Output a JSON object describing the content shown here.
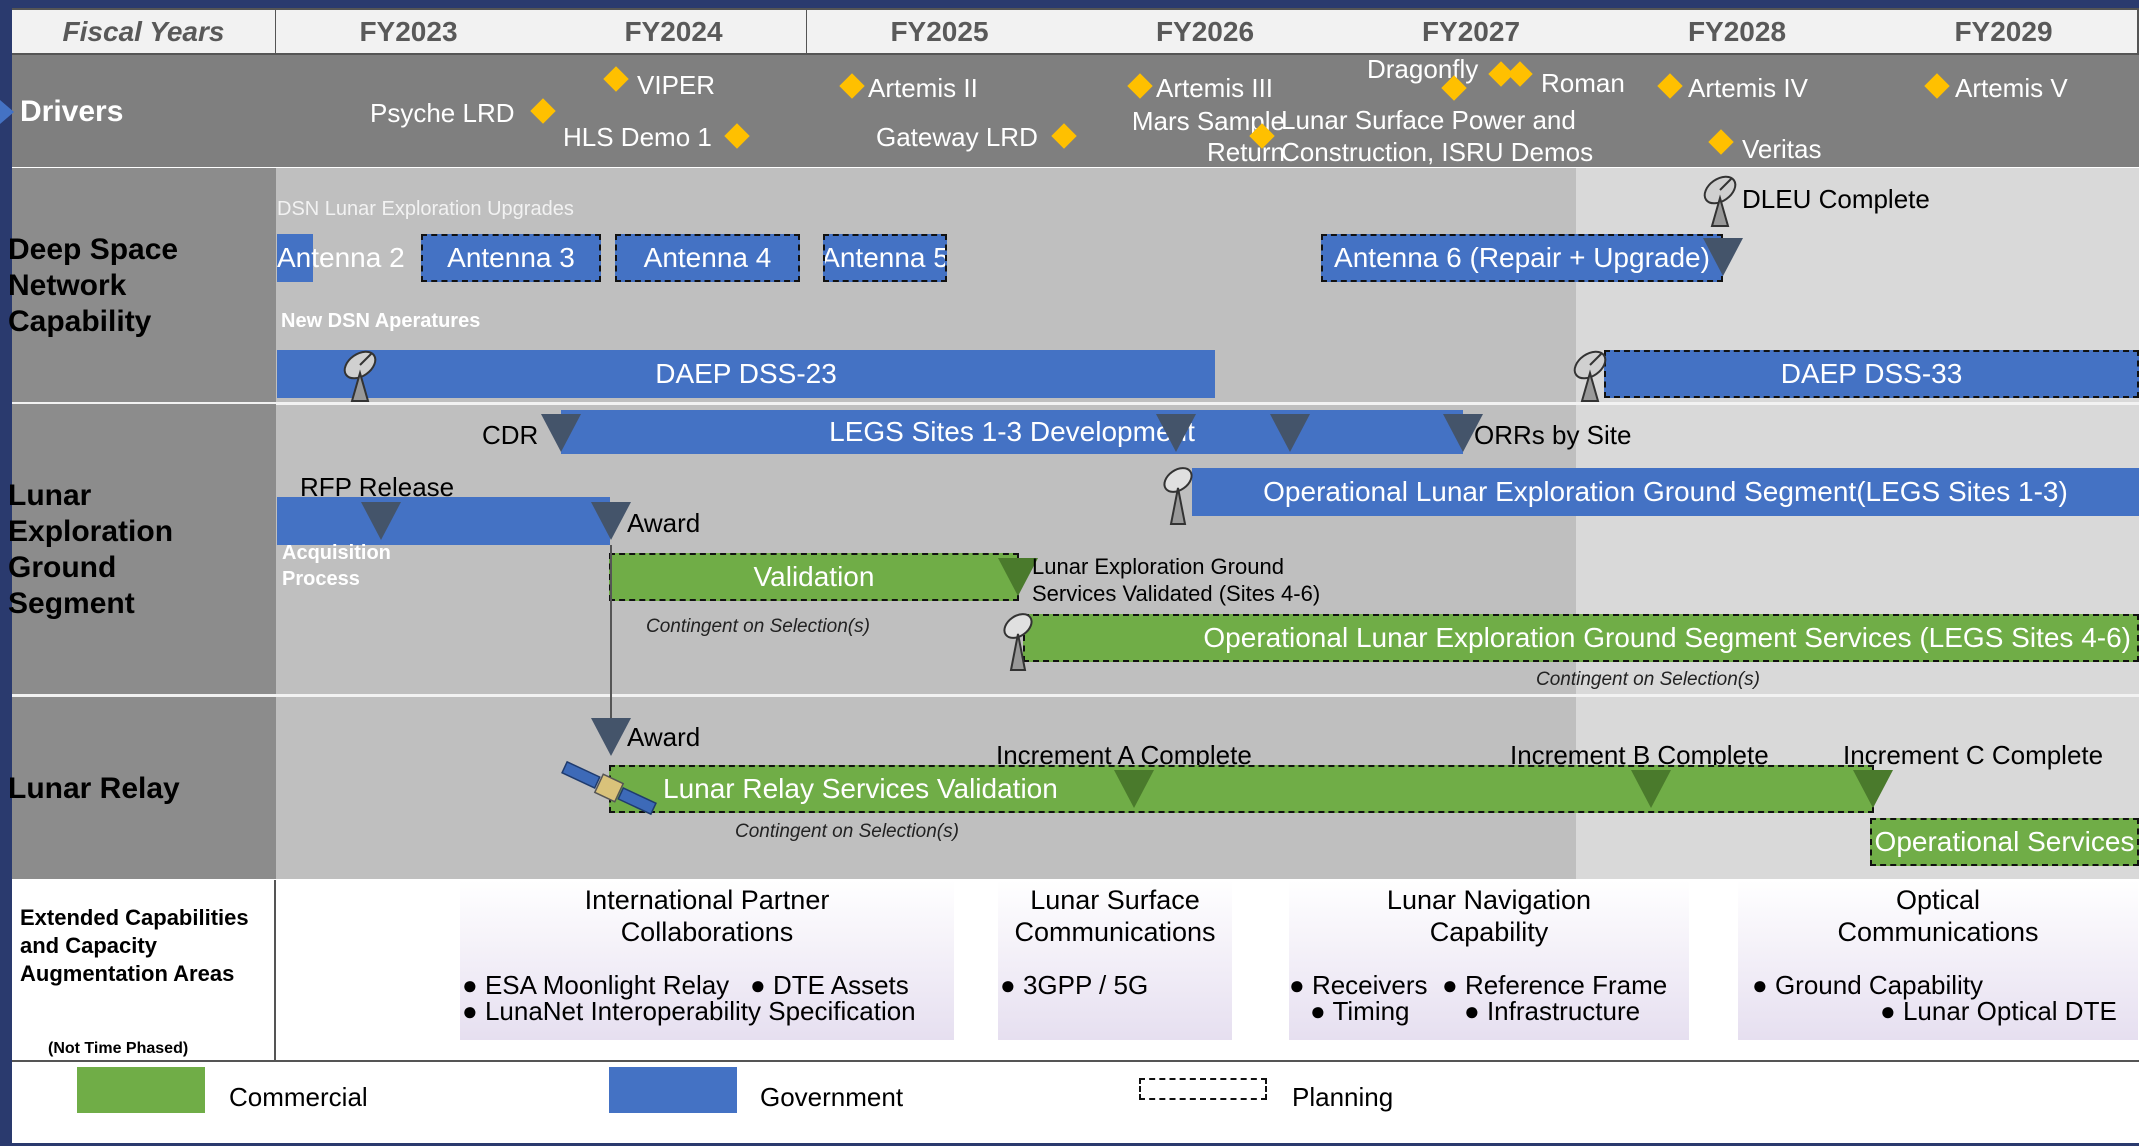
{
  "header": {
    "corner": "Fiscal Years",
    "years": [
      "FY2023",
      "FY2024",
      "FY2025",
      "FY2026",
      "FY2027",
      "FY2028",
      "FY2029"
    ]
  },
  "rows": {
    "drivers": "Drivers",
    "dsn": "Deep Space Network Capability",
    "legs": "Lunar Exploration Ground Segment",
    "relay": "Lunar Relay",
    "ext": "Extended Capabilities and Capacity Augmentation Areas",
    "ext_note": "(Not Time Phased)"
  },
  "drivers": {
    "psyche": "Psyche LRD",
    "viper": "VIPER",
    "hls": "HLS Demo 1",
    "artemis2": "Artemis II",
    "gateway": "Gateway LRD",
    "artemis3": "Artemis III",
    "msr": "Mars Sample Return",
    "dragonfly": "Dragonfly",
    "roman": "Roman",
    "lunar_power": "Lunar Surface Power and Construction, ISRU Demos",
    "artemis4": "Artemis IV",
    "veritas": "Veritas",
    "artemis5": "Artemis V"
  },
  "dsn": {
    "upgrades_label": "DSN Lunar Exploration Upgrades",
    "antenna2": "Antenna 2",
    "antenna3": "Antenna 3",
    "antenna4": "Antenna 4",
    "antenna5": "Antenna 5",
    "antenna6": "Antenna 6 (Repair + Upgrade)",
    "dleu": "DLEU Complete",
    "new_apertures": "New DSN Aperatures",
    "dss23": "DAEP DSS-23",
    "dss33": "DAEP DSS-33"
  },
  "legs": {
    "cdr": "CDR",
    "dev": "LEGS Sites 1-3 Development",
    "orrs": "ORRs by Site",
    "rfp": "RFP Release",
    "award": "Award",
    "acq1": "Acquisition",
    "acq2": "Process",
    "operational13": "Operational Lunar Exploration Ground Segment(LEGS Sites 1-3)",
    "validation": "Validation",
    "validated1": "Lunar Exploration Ground",
    "validated2": "Services Validated (Sites 4-6)",
    "contingent": "Contingent on Selection(s)",
    "operational46": "Operational Lunar Exploration Ground Segment Services (LEGS Sites 4-6)"
  },
  "relay": {
    "award": "Award",
    "incA": "Increment A Complete",
    "incB": "Increment B Complete",
    "incC": "Increment C Complete",
    "validation": "Lunar Relay Services Validation",
    "contingent": "Contingent on Selection(s)",
    "operational": "Operational Services"
  },
  "ext": {
    "ipc_title1": "International Partner",
    "ipc_title2": "Collaborations",
    "ipc_b1": "ESA Moonlight Relay",
    "ipc_b2": "DTE Assets",
    "ipc_b3": "LunaNet Interoperability Specification",
    "lsc_title1": "Lunar Surface",
    "lsc_title2": "Communications",
    "lsc_b1": "3GPP / 5G",
    "lnc_title1": "Lunar Navigation",
    "lnc_title2": "Capability",
    "lnc_b1": "Receivers",
    "lnc_b2": "Reference Frame",
    "lnc_b3": "Timing",
    "lnc_b4": "Infrastructure",
    "oc_title1": "Optical",
    "oc_title2": "Communications",
    "oc_b1": "Ground Capability",
    "oc_b2": "Lunar Optical DTE"
  },
  "legend": {
    "commercial": "Commercial",
    "government": "Government",
    "planning": "Planning"
  },
  "colors": {
    "government": "#4472c4",
    "commercial": "#70ad47",
    "milestone_diamond": "#ffc000",
    "milestone_triangle": "#44546a",
    "row_label_bg": "#8c8c8c",
    "drivers_bg": "#7f7f7f"
  }
}
